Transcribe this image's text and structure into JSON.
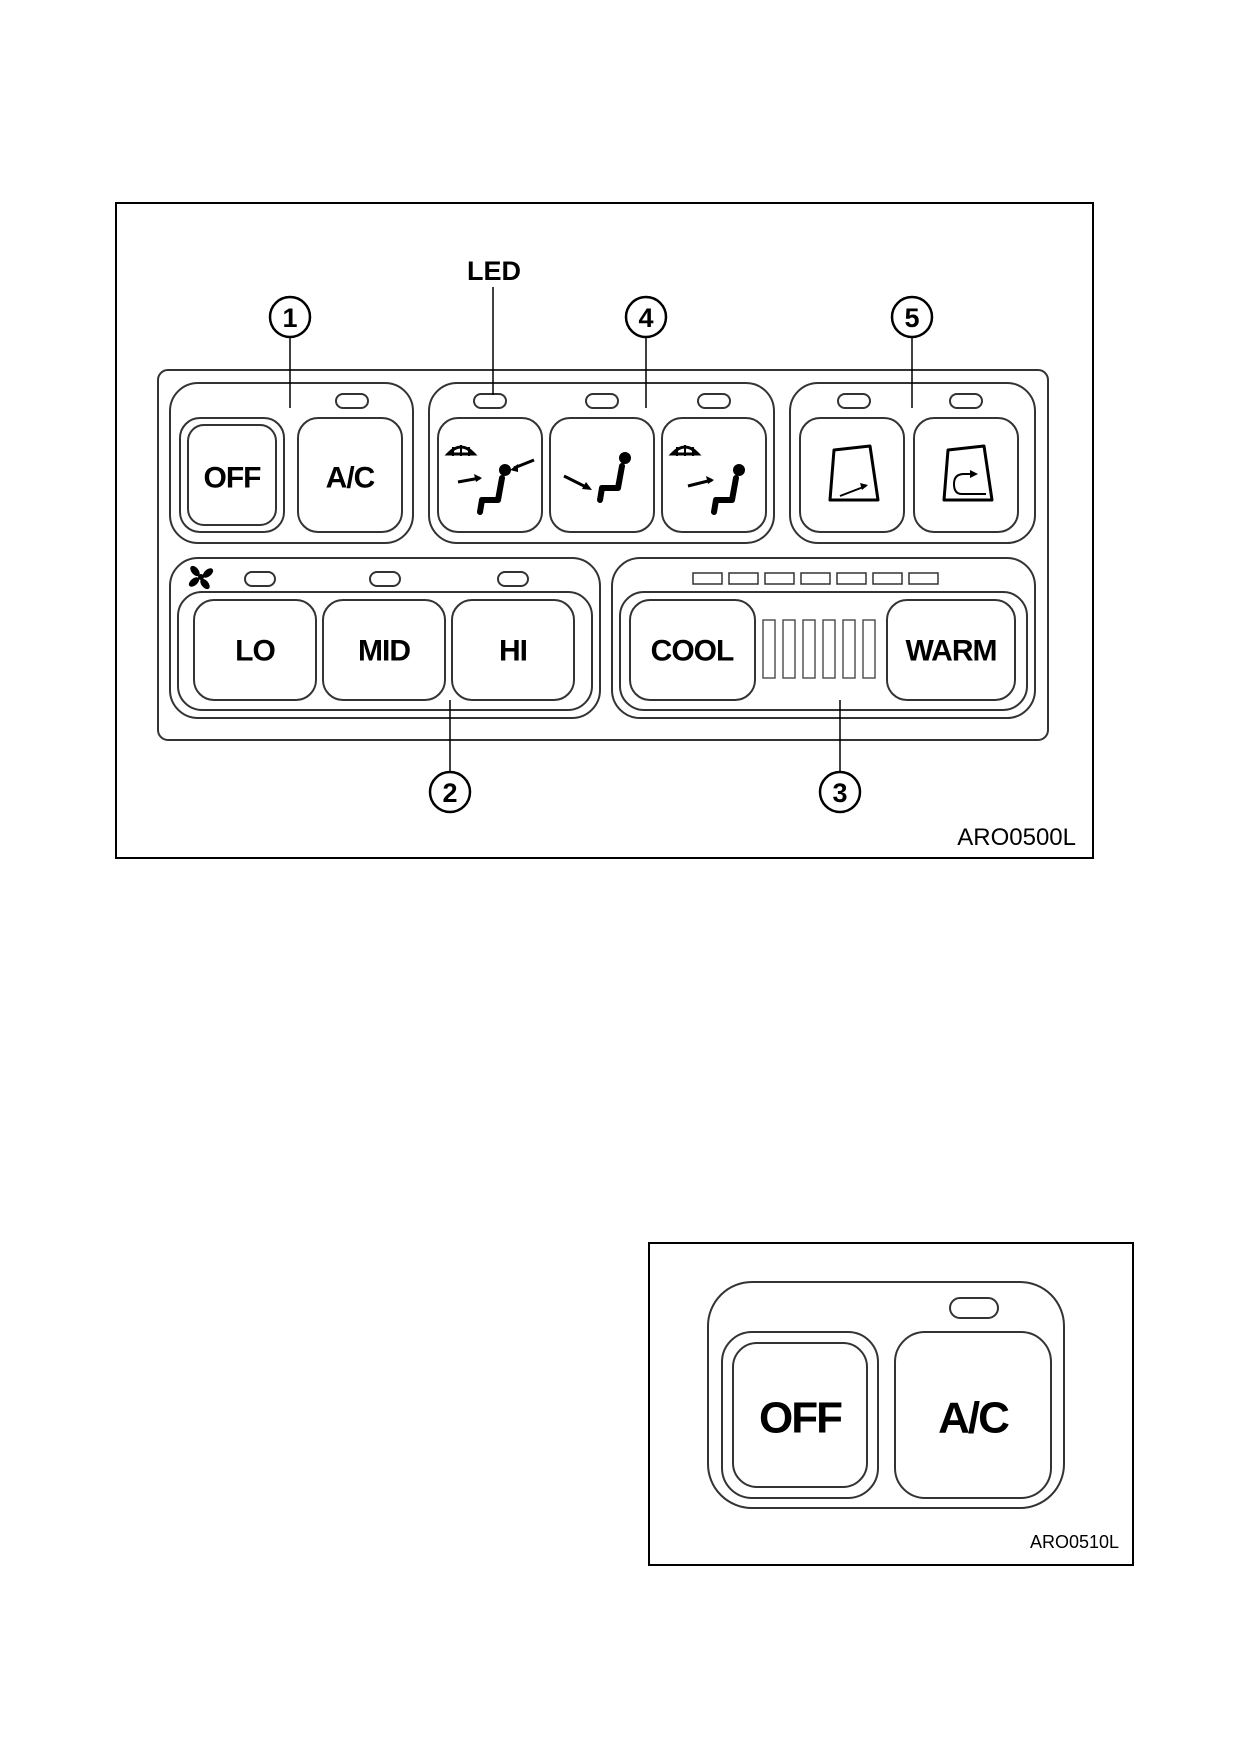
{
  "figure1": {
    "led_label": "LED",
    "callouts": [
      "1",
      "2",
      "3",
      "4",
      "5"
    ],
    "buttons": {
      "off": "OFF",
      "ac": "A/C",
      "lo": "LO",
      "mid": "MID",
      "hi": "HI",
      "cool": "COOL",
      "warm": "WARM"
    },
    "mode_icons": [
      "defrost-face-vent-icon",
      "floor-vent-icon",
      "defrost-floor-vent-icon"
    ],
    "intake_icons": [
      "fresh-air-icon",
      "recirculation-icon"
    ],
    "fan_icon": "fan-icon",
    "code": "ARO0500L"
  },
  "figure2": {
    "buttons": {
      "off": "OFF",
      "ac": "A/C"
    },
    "code": "ARO0510L"
  }
}
